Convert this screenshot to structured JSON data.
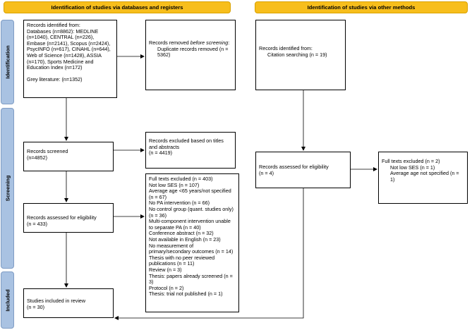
{
  "headers": {
    "databases": "Identification of studies via databases and registers",
    "other": "Identification of studies via other methods"
  },
  "stages": {
    "identification": "Identification",
    "screening": "Screening",
    "included": "Included"
  },
  "boxes": {
    "records_identified": "Records identified from:\nDatabases (n=8862): MEDLINE (n=1040), CENTRAL (n=226), Embase (n=2141), Scopus (n=2424), PsycINFO (n=617), CINAHL (n=644), Web of Science (n=1428), ASSIA (n=170), Sports Medicine and Education Index (n=172)\n\nGrey literature: (n=1352)",
    "records_removed_title_pre": "Records removed ",
    "records_removed_title_em": "before screening",
    "records_removed_title_post": ":",
    "records_removed_detail": "Duplicate records removed (n = 5362)",
    "records_screened": "Records screened\n(n=4852)",
    "records_excluded": "Records excluded based on titles and abstracts\n(n = 4419)",
    "records_assessed": "Records assessed for eligibility\n(n = 433)",
    "full_texts_excluded": "Full texts excluded (n = 403)\nNot low SES (n = 107)\nAverage age <65 years/not specified (n = 67)\nNo PA intervention (n = 66)\nNo control group (quant. studies only) (n = 36)\nMulti-component intervention unable to separate PA (n = 40)\nConference abstract (n = 32)\nNot available in English (n = 23)\nNo measurement of primary/secondary outcomes (n = 14)\nThesis with no peer reviewed publications (n = 11)\nReview (n = 3)\nThesis: papers already screened (n = 3)\nProtocol (n = 2)\nThesis: trial not published (n = 1)",
    "studies_included": "Studies included in review\n(n = 30)",
    "other_identified_title": "Records identified from:",
    "other_identified_detail": "Citation searching (n = 19)",
    "other_assessed": "Records assessed for eligibility\n(n = 4)",
    "other_excluded_title": "Full texts excluded (n = 2)",
    "other_excluded_detail1": "Not low SES (n = 1)",
    "other_excluded_detail2": "Average age not specified (n = 1)"
  },
  "colors": {
    "header_fill": "#f7be1c",
    "side_fill": "#a9c2e2",
    "line": "#000000"
  }
}
